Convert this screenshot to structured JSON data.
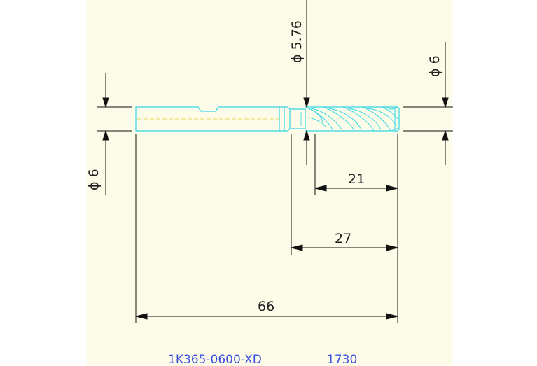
{
  "drawing": {
    "part_number": "1K365-0600-XD",
    "code": "1730",
    "dimensions": {
      "shank_diameter": "ϕ 6",
      "neck_diameter": "ϕ 5.76",
      "cutting_diameter": "ϕ 6",
      "flute_length": "21",
      "reach_length": "27",
      "overall_length": "66"
    }
  },
  "colors": {
    "background": "#fcfce9",
    "tool_outline": "#33d6e8",
    "dimension_line": "#111111",
    "label": "#3a4fe0"
  }
}
